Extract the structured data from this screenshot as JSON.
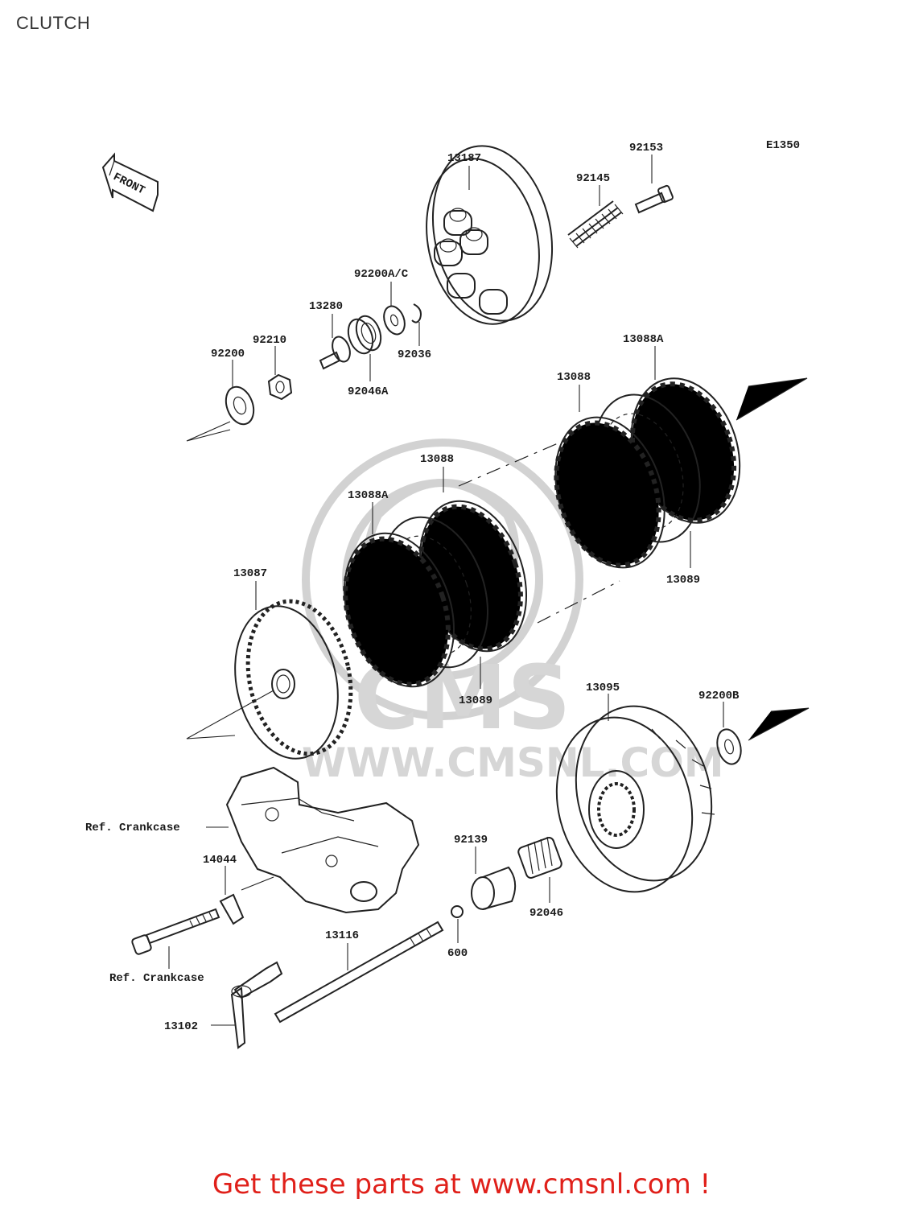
{
  "page": {
    "title": "CLUTCH"
  },
  "diagram": {
    "code": "E1350",
    "front_label": "FRONT",
    "watermark": {
      "brand": "CMS",
      "url": "WWW.CMSNL.COM"
    },
    "parts": [
      {
        "id": "p13187",
        "label": "13187"
      },
      {
        "id": "p92153",
        "label": "92153"
      },
      {
        "id": "p92145",
        "label": "92145"
      },
      {
        "id": "p92200ac",
        "label": "92200A/C"
      },
      {
        "id": "p13280",
        "label": "13280"
      },
      {
        "id": "p92210",
        "label": "92210"
      },
      {
        "id": "p92200",
        "label": "92200"
      },
      {
        "id": "p92036",
        "label": "92036"
      },
      {
        "id": "p92046a",
        "label": "92046A"
      },
      {
        "id": "p13088a_top",
        "label": "13088A"
      },
      {
        "id": "p13088_top",
        "label": "13088"
      },
      {
        "id": "p13088_mid",
        "label": "13088"
      },
      {
        "id": "p13088a_mid",
        "label": "13088A"
      },
      {
        "id": "p13089_right",
        "label": "13089"
      },
      {
        "id": "p13087",
        "label": "13087"
      },
      {
        "id": "p13089_mid",
        "label": "13089"
      },
      {
        "id": "p13095",
        "label": "13095"
      },
      {
        "id": "p92200b",
        "label": "92200B"
      },
      {
        "id": "p_refcrank1",
        "label": "Ref. Crankcase"
      },
      {
        "id": "p14044",
        "label": "14044"
      },
      {
        "id": "p92139",
        "label": "92139"
      },
      {
        "id": "p92046",
        "label": "92046"
      },
      {
        "id": "p13116",
        "label": "13116"
      },
      {
        "id": "p600",
        "label": "600"
      },
      {
        "id": "p_refcrank2",
        "label": "Ref. Crankcase"
      },
      {
        "id": "p13102",
        "label": "13102"
      }
    ]
  },
  "footer": {
    "text": "Get these parts at www.cmsnl.com !"
  }
}
